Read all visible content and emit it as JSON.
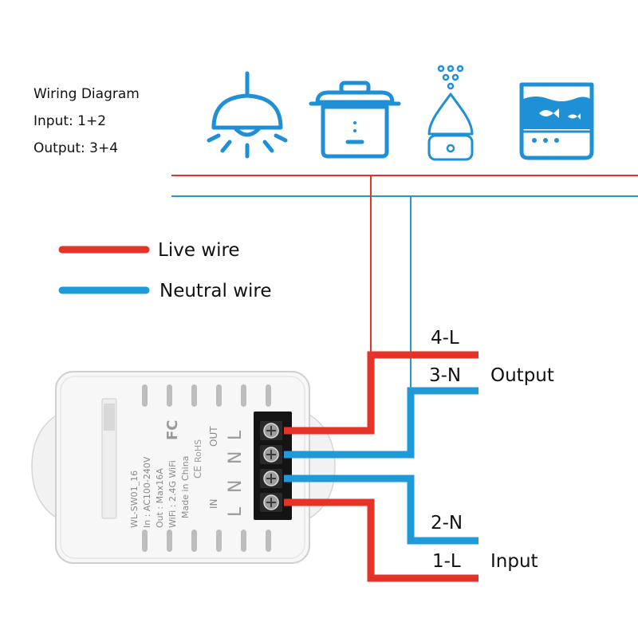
{
  "info": {
    "title": "Wiring Diagram",
    "input": "Input: 1+2",
    "output": "Output: 3+4"
  },
  "appliances": [
    {
      "icon": "pendant-lamp-icon"
    },
    {
      "icon": "rice-cooker-icon"
    },
    {
      "icon": "aroma-diffuser-icon"
    },
    {
      "icon": "fish-tank-icon"
    }
  ],
  "legend": {
    "live": "Live wire",
    "neutral": "Neutral wire"
  },
  "terminals": {
    "t4": "4-L",
    "t3": "3-N",
    "t2": "2-N",
    "t1": "1-L",
    "output": "Output",
    "input": "Input"
  },
  "device": {
    "model": "WL-SW01_16",
    "in_rating": "In : AC100-240V",
    "out_rating": "Out : Max16A",
    "wifi": "WiFi : 2.4G WiFi",
    "origin": "Made in China",
    "marks": "RoHS",
    "fc": "FC",
    "ce": "CE",
    "label_out": "OUT",
    "label_in": "IN",
    "pin_top_1": "N",
    "pin_top_2": "L",
    "pin_bottom_1": "N",
    "pin_bottom_2": "L"
  },
  "colors": {
    "live": "#e63327",
    "neutral": "#1f9ad8",
    "icon": "#1f8fd6"
  }
}
